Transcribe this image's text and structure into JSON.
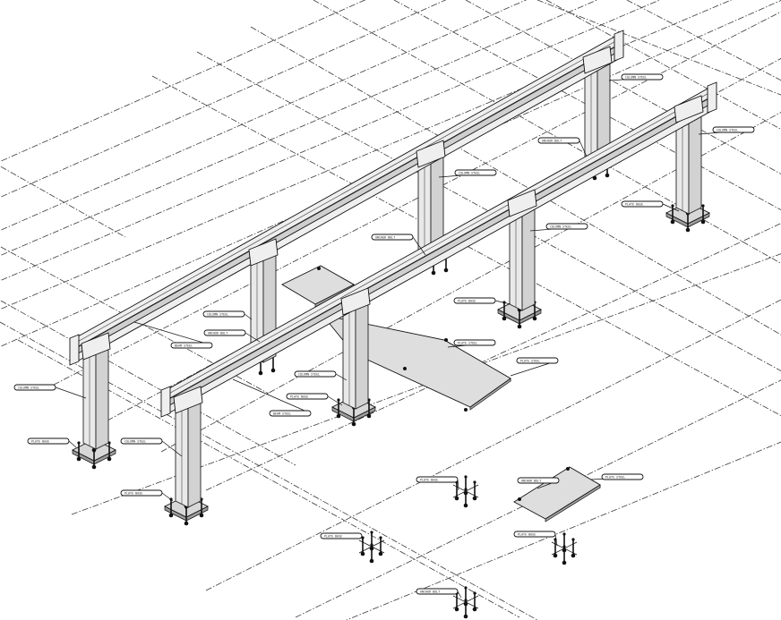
{
  "drawing": {
    "view": "isometric steel structure",
    "line_color": "#111111",
    "background": "#ffffff"
  },
  "labels": [
    {
      "id": "col-a1",
      "text": "COLUMN STEEL"
    },
    {
      "id": "col-a2",
      "text": "COLUMN STEEL"
    },
    {
      "id": "col-a3",
      "text": "COLUMN STEEL"
    },
    {
      "id": "col-a4",
      "text": "COLUMN STEEL"
    },
    {
      "id": "col-b1",
      "text": "COLUMN STEEL"
    },
    {
      "id": "col-b2",
      "text": "COLUMN STEEL"
    },
    {
      "id": "col-b3",
      "text": "COLUMN STEEL"
    },
    {
      "id": "col-b4",
      "text": "COLUMN STEEL"
    },
    {
      "id": "base-1",
      "text": "PLATE BASE"
    },
    {
      "id": "base-2",
      "text": "PLATE BASE"
    },
    {
      "id": "base-3",
      "text": "PLATE BASE"
    },
    {
      "id": "base-4",
      "text": "PLATE BASE"
    },
    {
      "id": "base-5",
      "text": "PLATE BASE"
    },
    {
      "id": "base-6",
      "text": "PLATE BASE"
    },
    {
      "id": "base-7",
      "text": "PLATE BASE"
    },
    {
      "id": "base-8",
      "text": "PLATE BASE"
    },
    {
      "id": "beam-a",
      "text": "BEAM STEEL"
    },
    {
      "id": "beam-b",
      "text": "BEAM STEEL"
    },
    {
      "id": "slab-1",
      "text": "PLATE STEEL"
    },
    {
      "id": "slab-2",
      "text": "PLATE STEEL"
    },
    {
      "id": "slab-1b",
      "text": "PLATE STEEL"
    },
    {
      "id": "bolt-1",
      "text": "ANCHOR BOLT"
    },
    {
      "id": "bolt-2",
      "text": "ANCHOR BOLT"
    },
    {
      "id": "bolt-3",
      "text": "ANCHOR BOLT"
    },
    {
      "id": "bolt-4",
      "text": "ANCHOR BOLT"
    },
    {
      "id": "bolt-5",
      "text": "ANCHOR BOLT"
    }
  ]
}
